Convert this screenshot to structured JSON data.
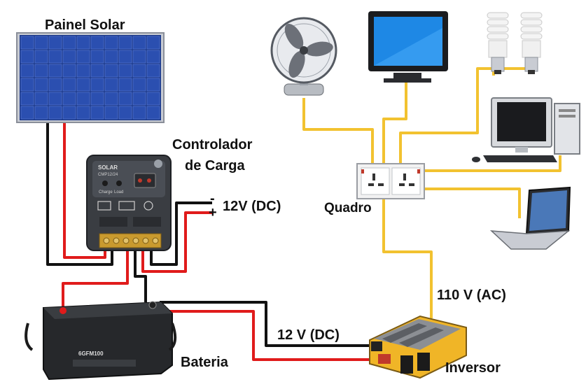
{
  "labels": {
    "solar_panel": "Painel Solar",
    "controller_line1": "Controlador",
    "controller_line2": "de Carga",
    "dc_out": "12V (DC)",
    "minus": "-",
    "plus": "+",
    "panel_box": "Quadro",
    "ac_voltage": "110 V (AC)",
    "dc_battery": "12 V (DC)",
    "battery": "Bateria",
    "inverter": "Inversor"
  },
  "device_text": {
    "controller_brand": "SOLAR",
    "controller_model": "CMP12/24",
    "controller_led1": "Charge",
    "controller_led2": "Load",
    "battery_model": "6GFM100"
  },
  "colors": {
    "wire_red": "#e01b1b",
    "wire_black": "#111111",
    "wire_yellow": "#f2c230",
    "panel_cell": "#2b4fb0"
  }
}
